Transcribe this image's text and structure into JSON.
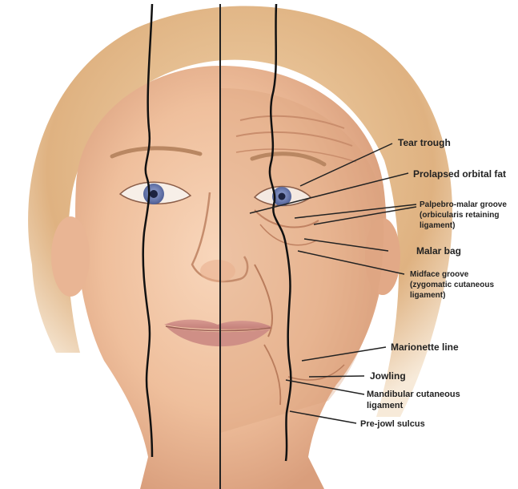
{
  "labels": {
    "tear_trough": "Tear trough",
    "prolapsed_orbital_fat": "Prolapsed orbital fat",
    "palpebro_malar_1": "Palpebro-malar groove",
    "palpebro_malar_2": "(orbicularis retaining",
    "palpebro_malar_3": "ligament)",
    "malar_bag": "Malar bag",
    "midface_1": "Midface groove",
    "midface_2": "(zygomatic cutaneous",
    "midface_3": "ligament)",
    "marionette_line": "Marionette line",
    "jowling": "Jowling",
    "mandibular_1": "Mandibular cutaneous",
    "mandibular_2": "ligament",
    "pre_jowl_sulcus": "Pre-jowl sulcus"
  },
  "colors": {
    "skin_young": "#f2c6a6",
    "skin_old": "#e8b28e",
    "hair": "#e1b382",
    "iris": "#6f80b4",
    "lips": "#c98a82",
    "line": "#222222"
  }
}
